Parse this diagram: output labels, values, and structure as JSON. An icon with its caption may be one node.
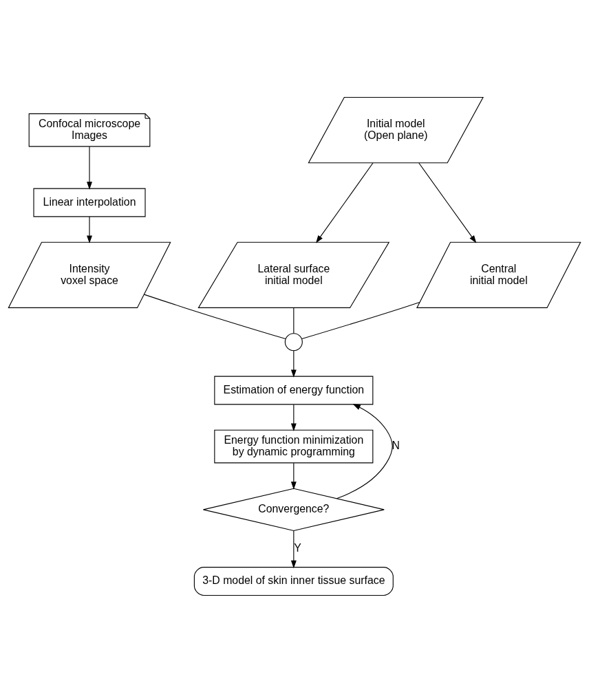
{
  "diagram": {
    "nodes": [
      {
        "text": [
          "Confocal microscope Images"
        ]
      },
      {
        "text": [
          "Linear interpolation"
        ]
      },
      {
        "text": [
          "Intensity voxel space"
        ]
      },
      {
        "text": [
          "Initial model (Open plane)"
        ]
      },
      {
        "text": [
          "Lateral surface initial model"
        ]
      },
      {
        "text": [
          "Central initial model"
        ]
      },
      {
        "text": [],
        "shape": "circle"
      },
      {
        "text": [
          "Estimation of energy function"
        ]
      },
      {
        "text": [
          "Energy function minimization by dynamic programming"
        ]
      },
      {
        "text": [
          "Convergence?"
        ]
      },
      {
        "text": [
          "3-D model of skin inner tissue surface"
        ]
      }
    ],
    "edges": [
      {
        "from": 0,
        "to": 1,
        "arrow": "to"
      },
      {
        "from": 1,
        "to": 2,
        "arrow": "to"
      },
      {
        "from": 3,
        "to": 4,
        "arrow": "to"
      },
      {
        "from": 3,
        "to": 5,
        "arrow": "to"
      },
      {
        "from": 4,
        "to": 6,
        "arrow": "none"
      },
      {
        "from": 5,
        "to": 6,
        "arrow": "none"
      },
      {
        "from": 2,
        "to": 6,
        "arrow": "none"
      },
      {
        "from": 6,
        "to": 7,
        "arrow": "to"
      },
      {
        "from": 7,
        "to": 8,
        "arrow": "to"
      },
      {
        "from": 8,
        "to": 9,
        "arrow": "to"
      },
      {
        "from": 9,
        "to": 7,
        "label": "N",
        "arrow": "to"
      },
      {
        "from": 9,
        "to": 10,
        "label": "Y",
        "arrow": "to"
      }
    ]
  }
}
